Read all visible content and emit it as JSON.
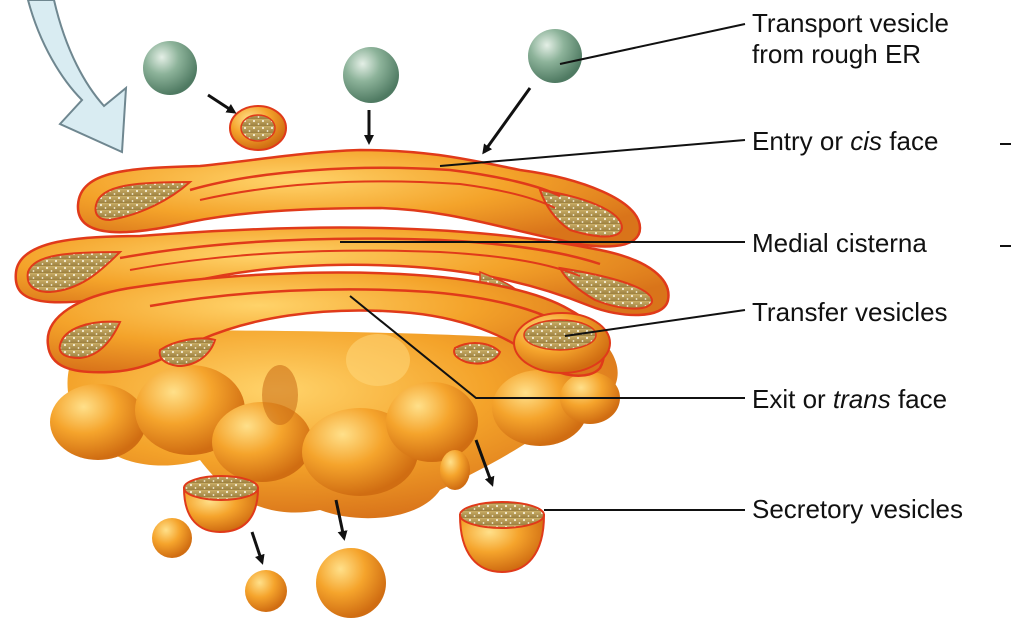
{
  "labels": {
    "transport_vesicle_line1": "Transport vesicle",
    "transport_vesicle_line2": "from rough ER",
    "cis_prefix": "Entry or ",
    "cis_italic": "cis",
    "cis_suffix": " face",
    "medial": "Medial cisterna",
    "transfer": "Transfer vesicles",
    "trans_prefix": "Exit or ",
    "trans_italic": "trans",
    "trans_suffix": " face",
    "secretory": "Secretory vesicles"
  },
  "colors": {
    "membrane": "#e8901c",
    "membrane_dark": "#c85a10",
    "lumen_rim": "#e03a1a",
    "lumen_fill": "#b59a55",
    "transport_vesicle": "#7fa88c",
    "flow_arrow": "#d8ecf2",
    "leader_line": "#111111"
  }
}
